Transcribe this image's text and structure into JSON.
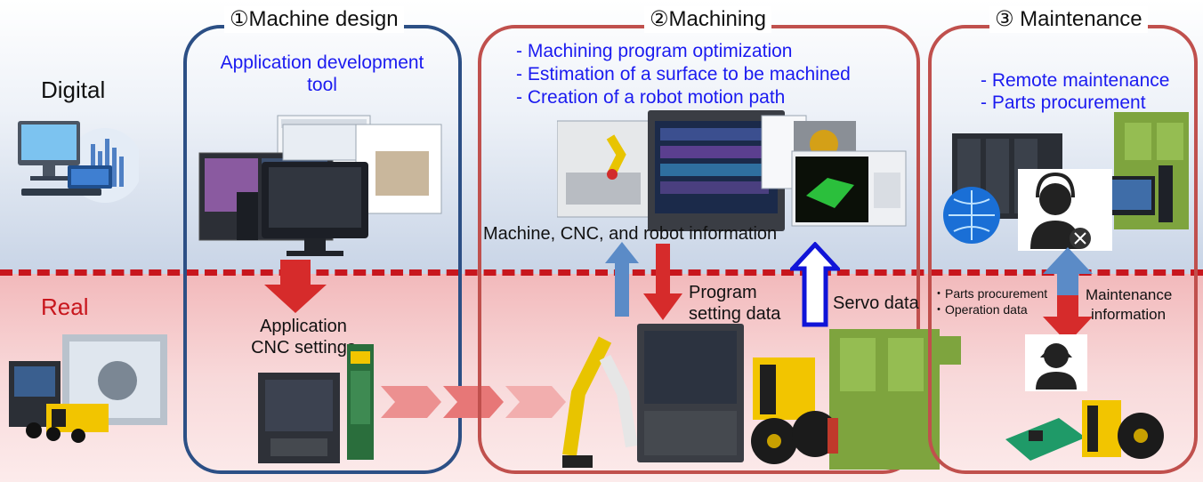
{
  "colors": {
    "accent_red": "#c8161d",
    "frame_blue": "#2c4f85",
    "frame_red": "#c0504d",
    "text_blue": "#1b1bf0",
    "cnc_yellow": "#f2c500",
    "machine_green": "#7ea43e"
  },
  "realms": {
    "digital": "Digital",
    "real": "Real"
  },
  "sections": {
    "design": {
      "title": "①Machine design",
      "tool_line1": "Application development",
      "tool_line2": "tool",
      "output_line1": "Application",
      "output_line2": "CNC settings"
    },
    "machining": {
      "title": "②Machining",
      "bullets": [
        "- Machining program optimization",
        "- Estimation of a surface to be machined",
        "- Creation of a robot motion path"
      ],
      "info_label": "Machine, CNC, and robot information",
      "program_line1": "Program",
      "program_line2": "setting data",
      "servo_label": "Servo data"
    },
    "maintenance": {
      "title": "③ Maintenance",
      "bullets": [
        "- Remote maintenance",
        "- Parts procurement"
      ],
      "left_notes": [
        "・Parts procurement",
        "・Operation data"
      ],
      "info_line1": "Maintenance",
      "info_line2": "information"
    }
  },
  "icons": {
    "digital": "computer-with-chart-icon",
    "real": "cnc-machine-collage-icon",
    "support": "support-operator-icon",
    "globe": "globe-network-icon",
    "worker": "helmet-worker-icon"
  }
}
